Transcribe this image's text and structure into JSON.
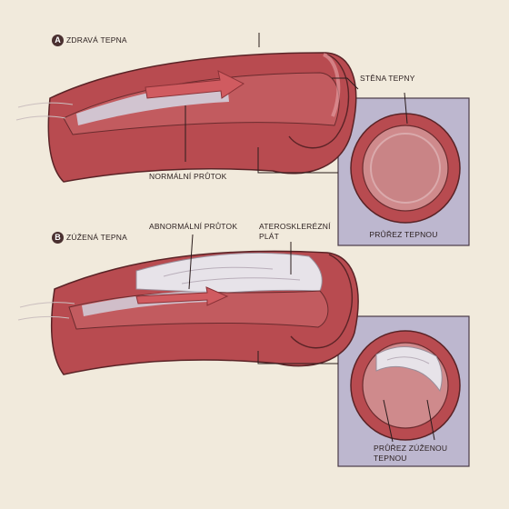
{
  "colors": {
    "background": "#f1eadc",
    "artery_wall": "#b84b50",
    "artery_outline": "#5a2326",
    "lumen": "#d3d7e4",
    "plaque": "#e7e3e9",
    "inset_panel": "#bdb7cf",
    "leader_line": "#2b1d1d"
  },
  "panel_a": {
    "badge": "A",
    "title": "ZDRAVÁ TEPNA",
    "flow_label": "NORMÁLNÍ PRŮTOK",
    "wall_label": "STĚNA TEPNY",
    "cross_section_label": "PRŮŘEZ TEPNOU"
  },
  "panel_b": {
    "badge": "B",
    "title": "ZÚŽENÁ TEPNA",
    "flow_label": "ABNORMÁLNÍ PRŮTOK",
    "plaque_label_line1": "ATEROSKLERÉZNÍ",
    "plaque_label_line2": "PLÁT",
    "cross_section_label_line1": "PRŮŘEZ ZÚŽENOU",
    "cross_section_label_line2": "TEPNOU"
  }
}
